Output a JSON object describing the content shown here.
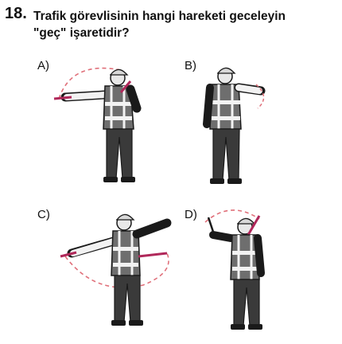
{
  "question": {
    "number": "18.",
    "line1": "Trafik görevlisinin hangi hareketi geceleyin",
    "line2": "\"geç\" işaretidir?"
  },
  "options": [
    {
      "label": "A)"
    },
    {
      "label": "B)"
    },
    {
      "label": "C)"
    },
    {
      "label": "D)"
    }
  ],
  "colors": {
    "baton": "#b0285a",
    "motion_arc": "#e0707a",
    "vest": "#6e6e6e",
    "reflective": "#f2f2f2",
    "trousers": "#3a3a3a",
    "outline": "#1a1a1a"
  }
}
